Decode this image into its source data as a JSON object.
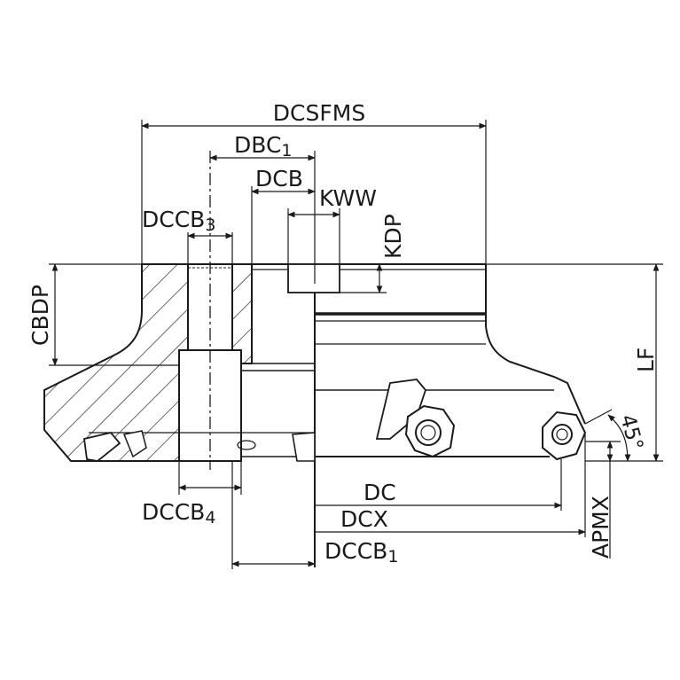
{
  "labels": {
    "dcsfms": "DCSFMS",
    "dbc1": "DBC",
    "dbc1_sub": "1",
    "dcb": "DCB",
    "kww": "KWW",
    "kdp": "KDP",
    "dccb3": "DCCB",
    "dccb3_sub": "3",
    "cbdp": "CBDP",
    "lf": "LF",
    "angle": "45°",
    "dc": "DC",
    "dcx": "DCX",
    "dccb1": "DCCB",
    "dccb1_sub": "1",
    "dccb4": "DCCB",
    "dccb4_sub": "4",
    "apmx": "APMX"
  },
  "colors": {
    "ink": "#1a1a1a",
    "background": "#ffffff"
  }
}
